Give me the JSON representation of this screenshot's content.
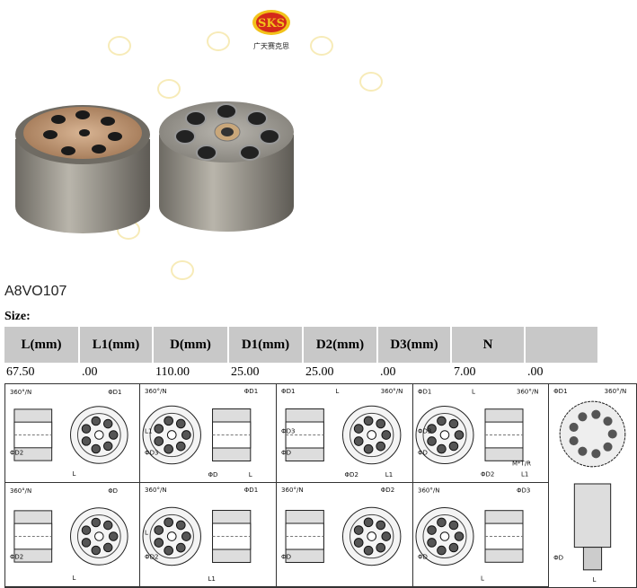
{
  "logo": {
    "mark": "SKS",
    "subtitle": "广天赛克思"
  },
  "product": {
    "code": "A8VO107",
    "size_label": "Size:"
  },
  "spec_table": {
    "headers": [
      "L(mm)",
      "L1(mm)",
      "D(mm)",
      "D1(mm)",
      "D2(mm)",
      "D3(mm)",
      "N",
      ""
    ],
    "values": [
      "67.50",
      ".00",
      "110.00",
      "25.00",
      "25.00",
      ".00",
      "7.00",
      ".00"
    ]
  },
  "diagrams": [
    {
      "labels": [
        "360°/N",
        "ΦD1",
        "ΦD2",
        "L"
      ]
    },
    {
      "labels": [
        "360°/N",
        "ΦD1",
        "ΦD3",
        "ΦD",
        "L1",
        "L"
      ]
    },
    {
      "labels": [
        "ΦD1",
        "360°/N",
        "ΦD",
        "ΦD2",
        "ΦD3",
        "L1",
        "L"
      ]
    },
    {
      "labels": [
        "ΦD1",
        "360°/N",
        "ΦD",
        "ΦD2",
        "ΦD3",
        "L1",
        "L",
        "M*T/R"
      ]
    },
    {
      "labels": [
        "360°/N",
        "ΦD",
        "ΦD2",
        "L"
      ]
    },
    {
      "labels": [
        "360°/N",
        "ΦD1",
        "ΦD2",
        "L1",
        "L"
      ]
    },
    {
      "labels": [
        "360°/N",
        "ΦD2",
        "ΦD"
      ]
    },
    {
      "labels": [
        "360°/N",
        "ΦD3",
        "ΦD",
        "L"
      ]
    },
    {
      "labels": [
        "ΦD1",
        "360°/N",
        "ΦD",
        "L"
      ]
    }
  ],
  "colors": {
    "header_bg": "#c8c8c8",
    "logo_red": "#d42a1a",
    "logo_yellow": "#f2c21a"
  }
}
